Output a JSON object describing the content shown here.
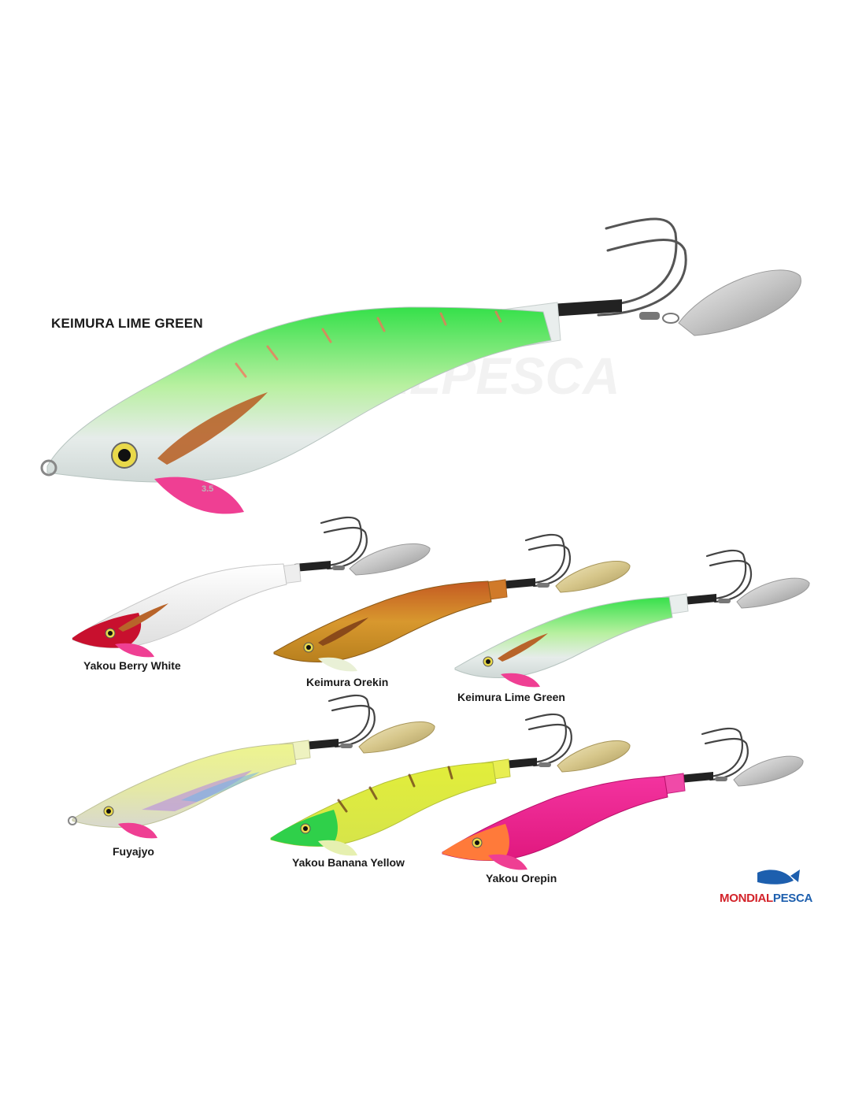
{
  "watermark": "MONDIALPESCA",
  "main_label": "KEIMURA LIME GREEN",
  "lures": [
    {
      "name": "Yakou Berry White"
    },
    {
      "name": "Keimura Orekin"
    },
    {
      "name": "Keimura Lime Green"
    },
    {
      "name": "Fuyajyo"
    },
    {
      "name": "Yakou Banana Yellow"
    },
    {
      "name": "Yakou Orepin"
    }
  ],
  "fin_size": "3.5",
  "logo": {
    "part1": "MONDIAL",
    "part2": "PESCA"
  },
  "colors": {
    "lime_green": "#3ee04a",
    "berry_red": "#c8102e",
    "orekin_gold": "#c98a2e",
    "banana_yellow": "#e6ef4a",
    "orepin_pink": "#f0239a",
    "fin_pink": "#ef3f93",
    "blade_silver": "#c8c8c8",
    "blade_gold": "#d8c98e"
  }
}
